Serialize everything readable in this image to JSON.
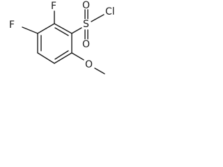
{
  "structure": {
    "atoms": {
      "fluorine_ring": "F",
      "fluorine_top": "F",
      "sulfur": "S",
      "oxygen_top": "O",
      "oxygen_bottom": "O",
      "chlorine": "Cl",
      "oxygen_methoxy": "O"
    }
  }
}
